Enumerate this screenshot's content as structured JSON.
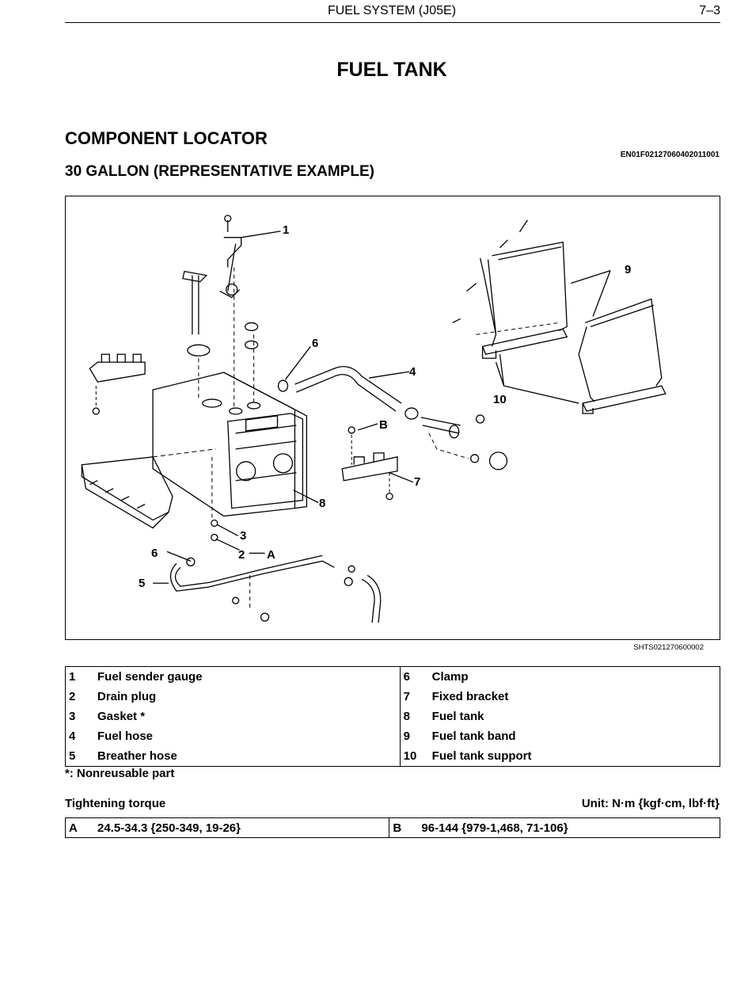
{
  "header": {
    "section": "FUEL SYSTEM (J05E)",
    "page": "7–3"
  },
  "title": "FUEL TANK",
  "section_title": "COMPONENT LOCATOR",
  "doc_code": "EN01F02127060402011001",
  "subtitle": "30 GALLON (REPRESENTATIVE EXAMPLE)",
  "figure": {
    "code": "SHTS021270600002",
    "callouts": [
      "1",
      "2",
      "3",
      "4",
      "5",
      "6",
      "6",
      "7",
      "8",
      "9",
      "10",
      "A",
      "B"
    ]
  },
  "parts": [
    {
      "left_num": "1",
      "left_name": "Fuel sender gauge",
      "right_num": "6",
      "right_name": "Clamp"
    },
    {
      "left_num": "2",
      "left_name": "Drain plug",
      "right_num": "7",
      "right_name": "Fixed bracket"
    },
    {
      "left_num": "3",
      "left_name": "Gasket *",
      "right_num": "8",
      "right_name": "Fuel tank"
    },
    {
      "left_num": "4",
      "left_name": "Fuel hose",
      "right_num": "9",
      "right_name": "Fuel tank band"
    },
    {
      "left_num": "5",
      "left_name": "Breather hose",
      "right_num": "10",
      "right_name": "Fuel tank support"
    }
  ],
  "note": "*: Nonreusable part",
  "torque": {
    "label": "Tightening torque",
    "unit": "Unit: N·m {kgf·cm, lbf·ft}",
    "rows": [
      {
        "left_key": "A",
        "left_val": "24.5-34.3 {250-349, 19-26}",
        "right_key": "B",
        "right_val": "96-144 {979-1,468, 71-106}"
      }
    ]
  }
}
